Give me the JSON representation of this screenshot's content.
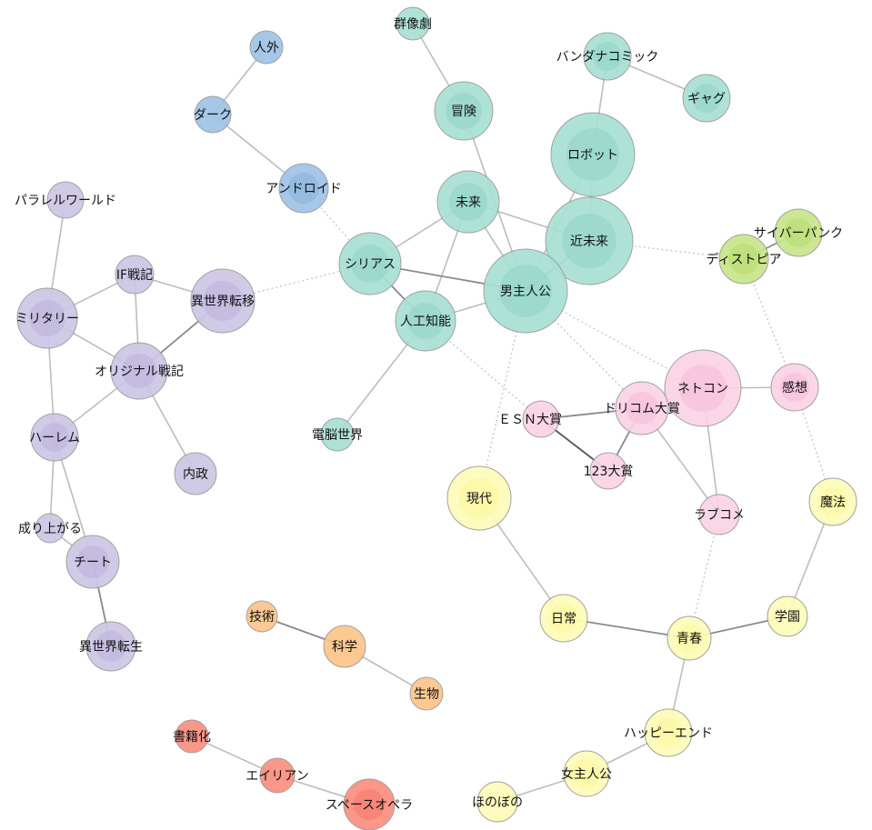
{
  "colors": {
    "teal": "#a8e0d4",
    "teal_inner": "#8fd3c4",
    "blue": "#9fc3e6",
    "blue_inner": "#86b1dc",
    "lavender": "#cdc6e6",
    "lavender_inner": "#b9b0dc",
    "green": "#c8e68a",
    "green_inner": "#b4da6a",
    "pink": "#fbd3e6",
    "pink_inner": "#f6bcd8",
    "yellow": "#fdfbb8",
    "yellow_inner": "#fbf79a",
    "orange": "#fdc58a",
    "orange_inner": "#f9ae66",
    "red": "#fa8f80",
    "red_inner": "#f7776a"
  },
  "nodes": [
    {
      "id": "gunzo",
      "label": "群像劇",
      "group": "teal"
    },
    {
      "id": "bouken",
      "label": "冒険",
      "group": "teal"
    },
    {
      "id": "bandai",
      "label": "バンダナコミック",
      "group": "teal"
    },
    {
      "id": "gag",
      "label": "ギャグ",
      "group": "teal"
    },
    {
      "id": "robot",
      "label": "ロボット",
      "group": "teal"
    },
    {
      "id": "mirai",
      "label": "未来",
      "group": "teal"
    },
    {
      "id": "kinmirai",
      "label": "近未来",
      "group": "teal"
    },
    {
      "id": "serious",
      "label": "シリアス",
      "group": "teal"
    },
    {
      "id": "otoko",
      "label": "男主人公",
      "group": "teal"
    },
    {
      "id": "jinko",
      "label": "人工知能",
      "group": "teal"
    },
    {
      "id": "denno",
      "label": "電脳世界",
      "group": "teal"
    },
    {
      "id": "jingai",
      "label": "人外",
      "group": "blue"
    },
    {
      "id": "dark",
      "label": "ダーク",
      "group": "blue"
    },
    {
      "id": "android",
      "label": "アンドロイド",
      "group": "blue"
    },
    {
      "id": "parallel",
      "label": "パラレルワールド",
      "group": "lavender"
    },
    {
      "id": "if",
      "label": "IF戦記",
      "group": "lavender"
    },
    {
      "id": "isekaiten",
      "label": "異世界転移",
      "group": "lavender"
    },
    {
      "id": "military",
      "label": "ミリタリー",
      "group": "lavender"
    },
    {
      "id": "original",
      "label": "オリジナル戦記",
      "group": "lavender"
    },
    {
      "id": "harem",
      "label": "ハーレム",
      "group": "lavender"
    },
    {
      "id": "naisei",
      "label": "内政",
      "group": "lavender"
    },
    {
      "id": "nariagaru",
      "label": "成り上がる",
      "group": "lavender"
    },
    {
      "id": "cheat",
      "label": "チート",
      "group": "lavender"
    },
    {
      "id": "isekaitensei",
      "label": "異世界転生",
      "group": "lavender"
    },
    {
      "id": "cyber",
      "label": "サイバーパンク",
      "group": "green"
    },
    {
      "id": "dystopia",
      "label": "ディストピア",
      "group": "green"
    },
    {
      "id": "netcon",
      "label": "ネトコン",
      "group": "pink"
    },
    {
      "id": "kanso",
      "label": "感想",
      "group": "pink"
    },
    {
      "id": "dreamcom",
      "label": "ドリコム大賞",
      "group": "pink"
    },
    {
      "id": "esn",
      "label": "ＥＳＮ大賞",
      "group": "pink"
    },
    {
      "id": "t123",
      "label": "123大賞",
      "group": "pink"
    },
    {
      "id": "lovecome",
      "label": "ラブコメ",
      "group": "pink"
    },
    {
      "id": "gendai",
      "label": "現代",
      "group": "yellow"
    },
    {
      "id": "maho",
      "label": "魔法",
      "group": "yellow"
    },
    {
      "id": "nichijo",
      "label": "日常",
      "group": "yellow"
    },
    {
      "id": "seishun",
      "label": "青春",
      "group": "yellow"
    },
    {
      "id": "gakuen",
      "label": "学園",
      "group": "yellow"
    },
    {
      "id": "happy",
      "label": "ハッピーエンド",
      "group": "yellow"
    },
    {
      "id": "onna",
      "label": "女主人公",
      "group": "yellow"
    },
    {
      "id": "honobono",
      "label": "ほのぼの",
      "group": "yellow"
    },
    {
      "id": "gijutsu",
      "label": "技術",
      "group": "orange"
    },
    {
      "id": "kagaku",
      "label": "科学",
      "group": "orange"
    },
    {
      "id": "seibutsu",
      "label": "生物",
      "group": "orange"
    },
    {
      "id": "shoseki",
      "label": "書籍化",
      "group": "red"
    },
    {
      "id": "alien",
      "label": "エイリアン",
      "group": "red"
    },
    {
      "id": "space",
      "label": "スペースオペラ",
      "group": "red"
    }
  ],
  "edges": [
    [
      "gunzo",
      "bouken",
      "normal"
    ],
    [
      "bouken",
      "otoko",
      "normal"
    ],
    [
      "bandai",
      "gag",
      "normal"
    ],
    [
      "bandai",
      "robot",
      "normal"
    ],
    [
      "robot",
      "kinmirai",
      "normal"
    ],
    [
      "robot",
      "otoko",
      "normal"
    ],
    [
      "mirai",
      "kinmirai",
      "normal"
    ],
    [
      "mirai",
      "otoko",
      "normal"
    ],
    [
      "mirai",
      "serious",
      "normal"
    ],
    [
      "mirai",
      "jinko",
      "normal"
    ],
    [
      "kinmirai",
      "otoko",
      "strong"
    ],
    [
      "kinmirai",
      "dystopia",
      "dotted"
    ],
    [
      "serious",
      "otoko",
      "strong"
    ],
    [
      "serious",
      "jinko",
      "strong"
    ],
    [
      "serious",
      "android",
      "dotted"
    ],
    [
      "serious",
      "isekaiten",
      "dotted"
    ],
    [
      "otoko",
      "jinko",
      "normal"
    ],
    [
      "otoko",
      "gendai",
      "dotted"
    ],
    [
      "otoko",
      "dreamcom",
      "dotted"
    ],
    [
      "otoko",
      "netcon",
      "dotted"
    ],
    [
      "jinko",
      "denno",
      "normal"
    ],
    [
      "jinko",
      "esn",
      "dotted"
    ],
    [
      "jingai",
      "dark",
      "normal"
    ],
    [
      "dark",
      "android",
      "normal"
    ],
    [
      "parallel",
      "military",
      "normal"
    ],
    [
      "if",
      "military",
      "normal"
    ],
    [
      "if",
      "isekaiten",
      "normal"
    ],
    [
      "if",
      "original",
      "normal"
    ],
    [
      "isekaiten",
      "original",
      "strong"
    ],
    [
      "military",
      "original",
      "normal"
    ],
    [
      "military",
      "harem",
      "normal"
    ],
    [
      "original",
      "harem",
      "normal"
    ],
    [
      "original",
      "naisei",
      "normal"
    ],
    [
      "harem",
      "nariagaru",
      "normal"
    ],
    [
      "harem",
      "cheat",
      "normal"
    ],
    [
      "nariagaru",
      "cheat",
      "normal"
    ],
    [
      "cheat",
      "isekaitensei",
      "strong"
    ],
    [
      "cyber",
      "dystopia",
      "strong"
    ],
    [
      "dystopia",
      "kanso",
      "dotted"
    ],
    [
      "netcon",
      "kanso",
      "normal"
    ],
    [
      "netcon",
      "dreamcom",
      "normal"
    ],
    [
      "netcon",
      "lovecome",
      "normal"
    ],
    [
      "dreamcom",
      "esn",
      "strong"
    ],
    [
      "dreamcom",
      "t123",
      "strong"
    ],
    [
      "dreamcom",
      "lovecome",
      "normal"
    ],
    [
      "esn",
      "t123",
      "dark"
    ],
    [
      "kanso",
      "maho",
      "dotted"
    ],
    [
      "lovecome",
      "seishun",
      "dotted"
    ],
    [
      "gendai",
      "nichijo",
      "normal"
    ],
    [
      "nichijo",
      "seishun",
      "strong"
    ],
    [
      "seishun",
      "gakuen",
      "strong"
    ],
    [
      "maho",
      "gakuen",
      "normal"
    ],
    [
      "seishun",
      "happy",
      "normal"
    ],
    [
      "happy",
      "onna",
      "normal"
    ],
    [
      "onna",
      "honobono",
      "normal"
    ],
    [
      "gijutsu",
      "kagaku",
      "strong"
    ],
    [
      "kagaku",
      "seibutsu",
      "normal"
    ],
    [
      "shoseki",
      "alien",
      "normal"
    ],
    [
      "alien",
      "space",
      "normal"
    ]
  ]
}
